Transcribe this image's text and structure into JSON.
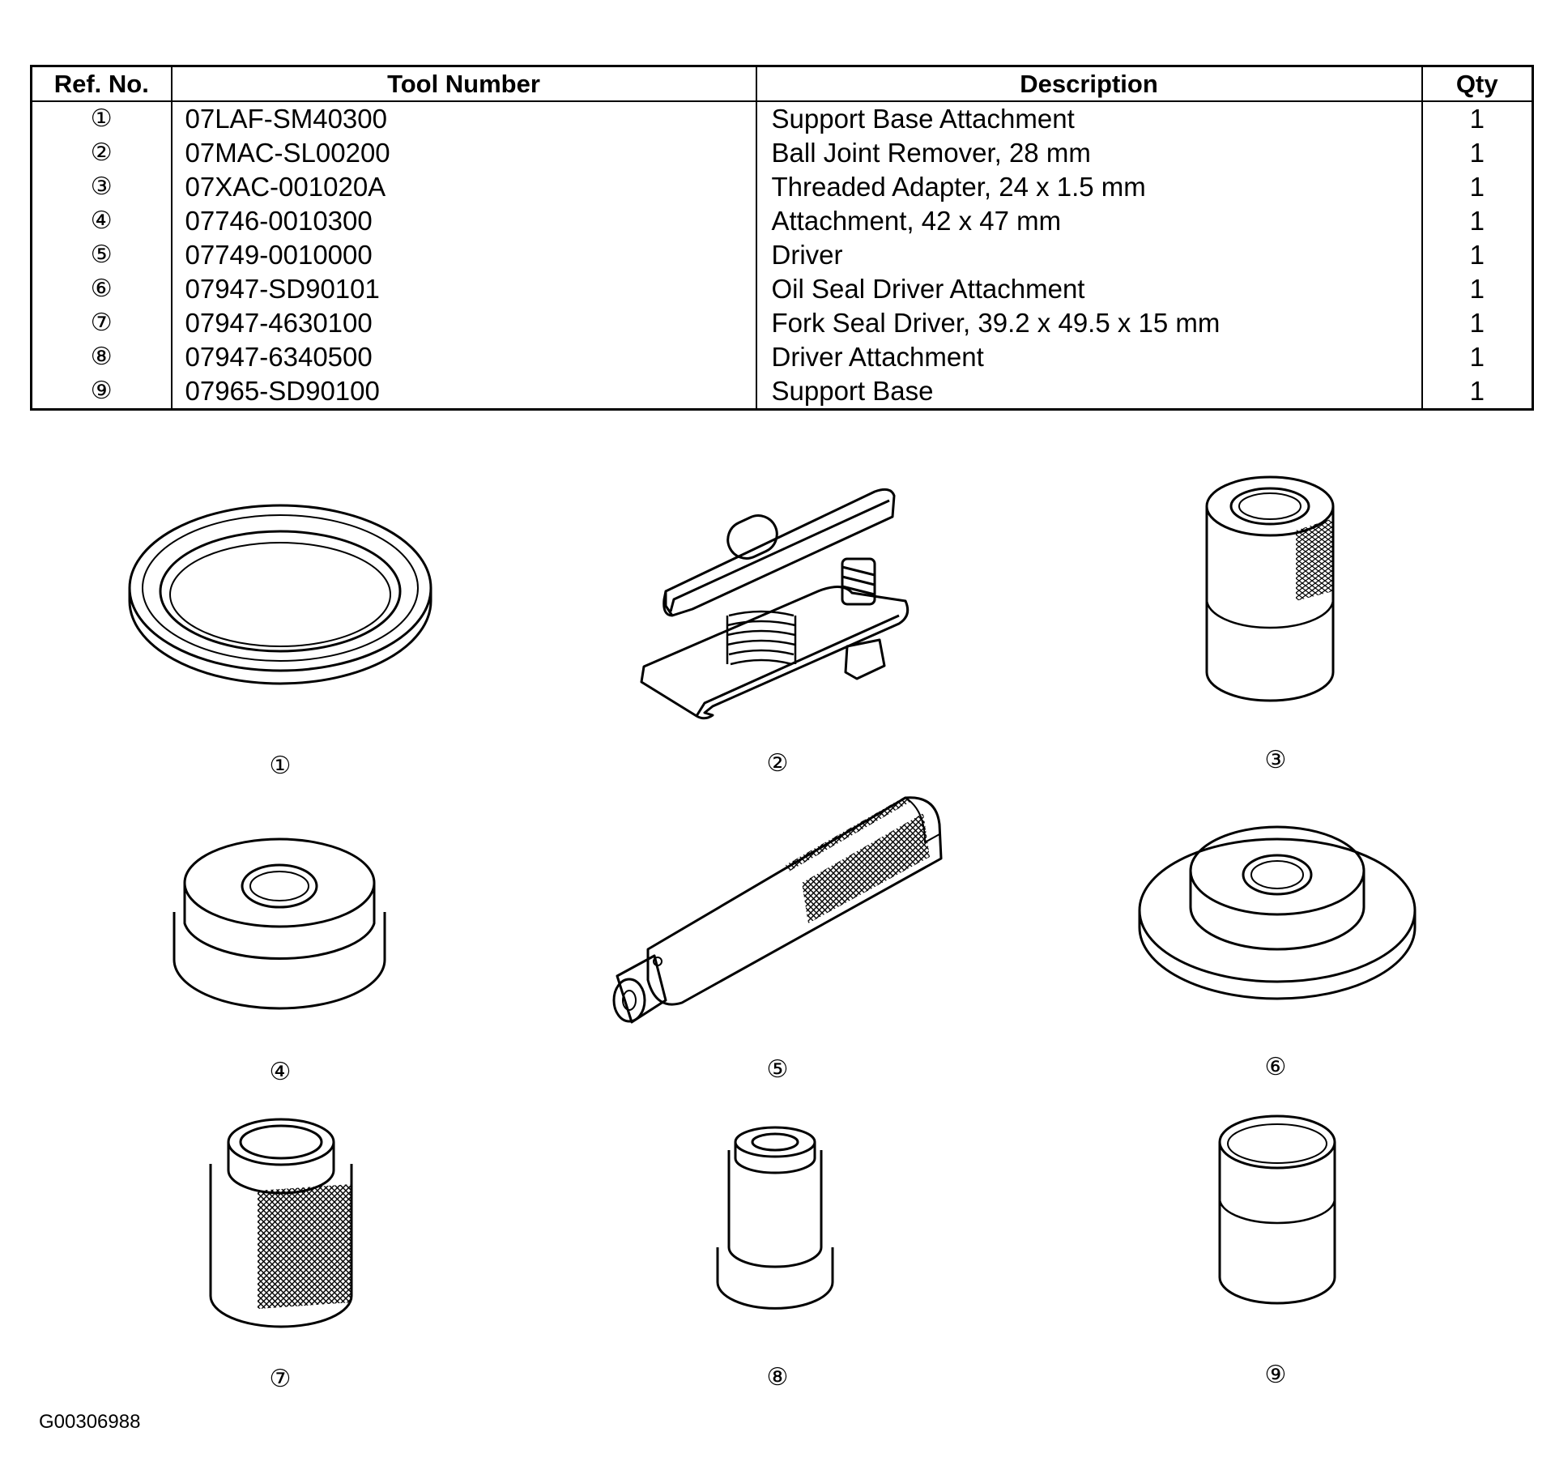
{
  "table": {
    "headers": {
      "ref": "Ref. No.",
      "tool": "Tool Number",
      "description": "Description",
      "qty": "Qty"
    },
    "rows": [
      {
        "ref": "①",
        "tool": "07LAF-SM40300",
        "description": "Support Base Attachment",
        "qty": "1"
      },
      {
        "ref": "②",
        "tool": "07MAC-SL00200",
        "description": "Ball Joint Remover, 28 mm",
        "qty": "1"
      },
      {
        "ref": "③",
        "tool": "07XAC-001020A",
        "description": "Threaded Adapter, 24 x 1.5 mm",
        "qty": "1"
      },
      {
        "ref": "④",
        "tool": "07746-0010300",
        "description": "Attachment, 42 x 47 mm",
        "qty": "1"
      },
      {
        "ref": "⑤",
        "tool": "07749-0010000",
        "description": "Driver",
        "qty": "1"
      },
      {
        "ref": "⑥",
        "tool": "07947-SD90101",
        "description": "Oil Seal Driver Attachment",
        "qty": "1"
      },
      {
        "ref": "⑦",
        "tool": "07947-4630100",
        "description": "Fork Seal Driver, 39.2 x 49.5 x 15 mm",
        "qty": "1"
      },
      {
        "ref": "⑧",
        "tool": "07947-6340500",
        "description": "Driver Attachment",
        "qty": "1"
      },
      {
        "ref": "⑨",
        "tool": "07965-SD90100",
        "description": "Support Base",
        "qty": "1"
      }
    ]
  },
  "figures": {
    "labels": [
      "①",
      "②",
      "③",
      "④",
      "⑤",
      "⑥",
      "⑦",
      "⑧",
      "⑨"
    ],
    "icons": [
      "ring-attachment-icon",
      "ball-joint-remover-icon",
      "threaded-adapter-icon",
      "attachment-icon",
      "driver-handle-icon",
      "oil-seal-driver-icon",
      "fork-seal-driver-icon",
      "driver-attachment-icon",
      "support-base-icon"
    ],
    "code": "G00306988"
  }
}
